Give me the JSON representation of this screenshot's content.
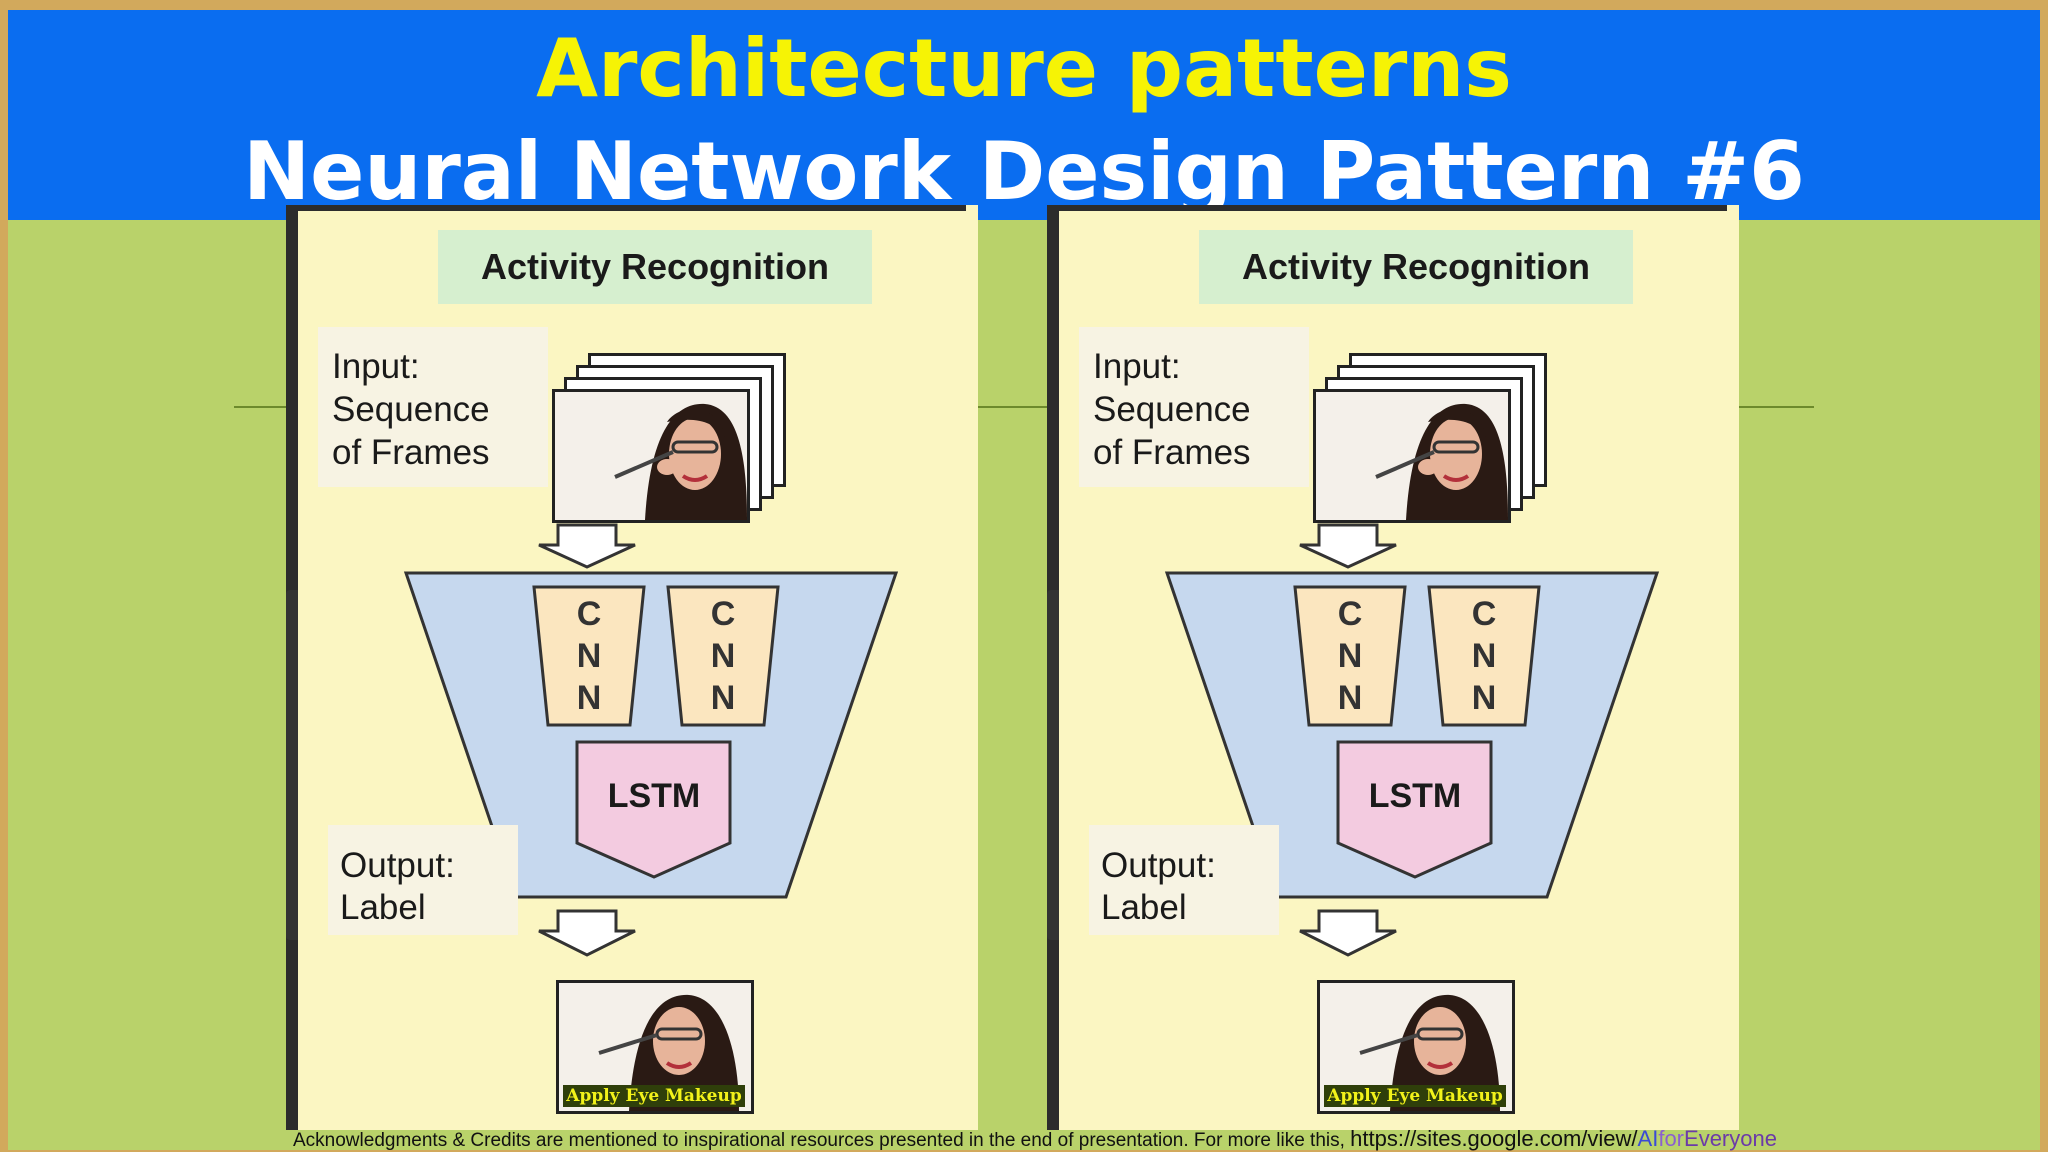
{
  "title": {
    "line1": "Architecture patterns",
    "line2": "Neural Network Design Pattern #6"
  },
  "panels": [
    {
      "heading": "Activity Recognition",
      "input_label": [
        "Input:",
        "Sequence",
        "of Frames"
      ],
      "cnn_blocks": [
        "C\nN\nN",
        "C\nN\nN"
      ],
      "lstm_label": "LSTM",
      "output_label": [
        "Output:",
        "Label"
      ],
      "result_caption": "Apply Eye Makeup"
    },
    {
      "heading": "Activity Recognition",
      "input_label": [
        "Input:",
        "Sequence",
        "of Frames"
      ],
      "cnn_blocks": [
        "C\nN\nN",
        "C\nN\nN"
      ],
      "lstm_label": "LSTM",
      "output_label": [
        "Output:",
        "Label"
      ],
      "result_caption": "Apply Eye Makeup"
    }
  ],
  "footer": {
    "text": "Acknowledgments & Credits are mentioned to inspirational resources presented in the end of presentation.  For more like this, ",
    "link_base": "https://sites.google.com/view/",
    "link_ai": "AI",
    "link_for": "for",
    "link_everyone": "Everyone"
  },
  "colors": {
    "title_band": "#0a6df0",
    "title_line1": "#f6f305",
    "slide_background": "#b9d26a",
    "panel_background": "#fbf6c2",
    "funnel": "#c6d8ee",
    "cnn_block": "#fbe6bf",
    "lstm_block": "#f3cbe0"
  }
}
